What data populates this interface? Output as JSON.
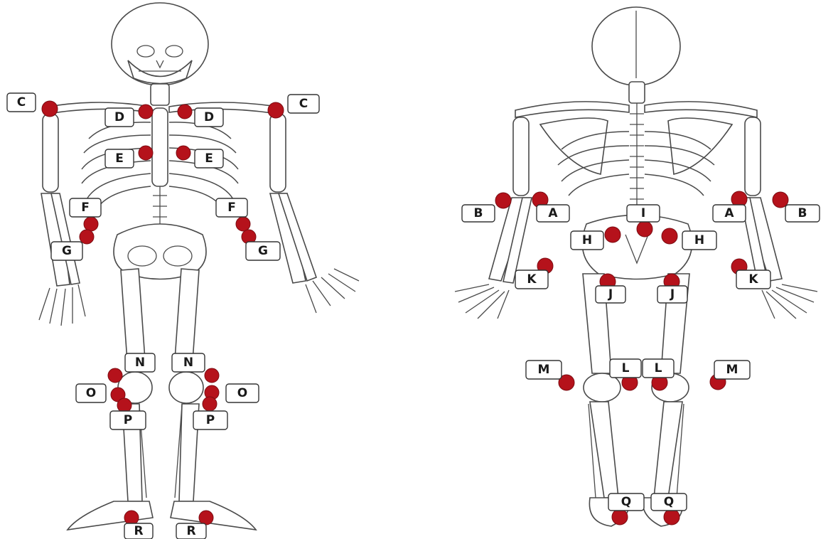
{
  "point_colors": {
    "dot": "#b5121b",
    "label_border": "#333333"
  },
  "anterior_labels": [
    "C",
    "C",
    "D",
    "D",
    "E",
    "E",
    "F",
    "F",
    "G",
    "G",
    "N",
    "N",
    "O",
    "O",
    "P",
    "P",
    "R",
    "R"
  ],
  "posterior_labels": [
    "A",
    "A",
    "B",
    "B",
    "I",
    "H",
    "H",
    "K",
    "K",
    "J",
    "J",
    "M",
    "M",
    "L",
    "L",
    "Q",
    "Q"
  ]
}
